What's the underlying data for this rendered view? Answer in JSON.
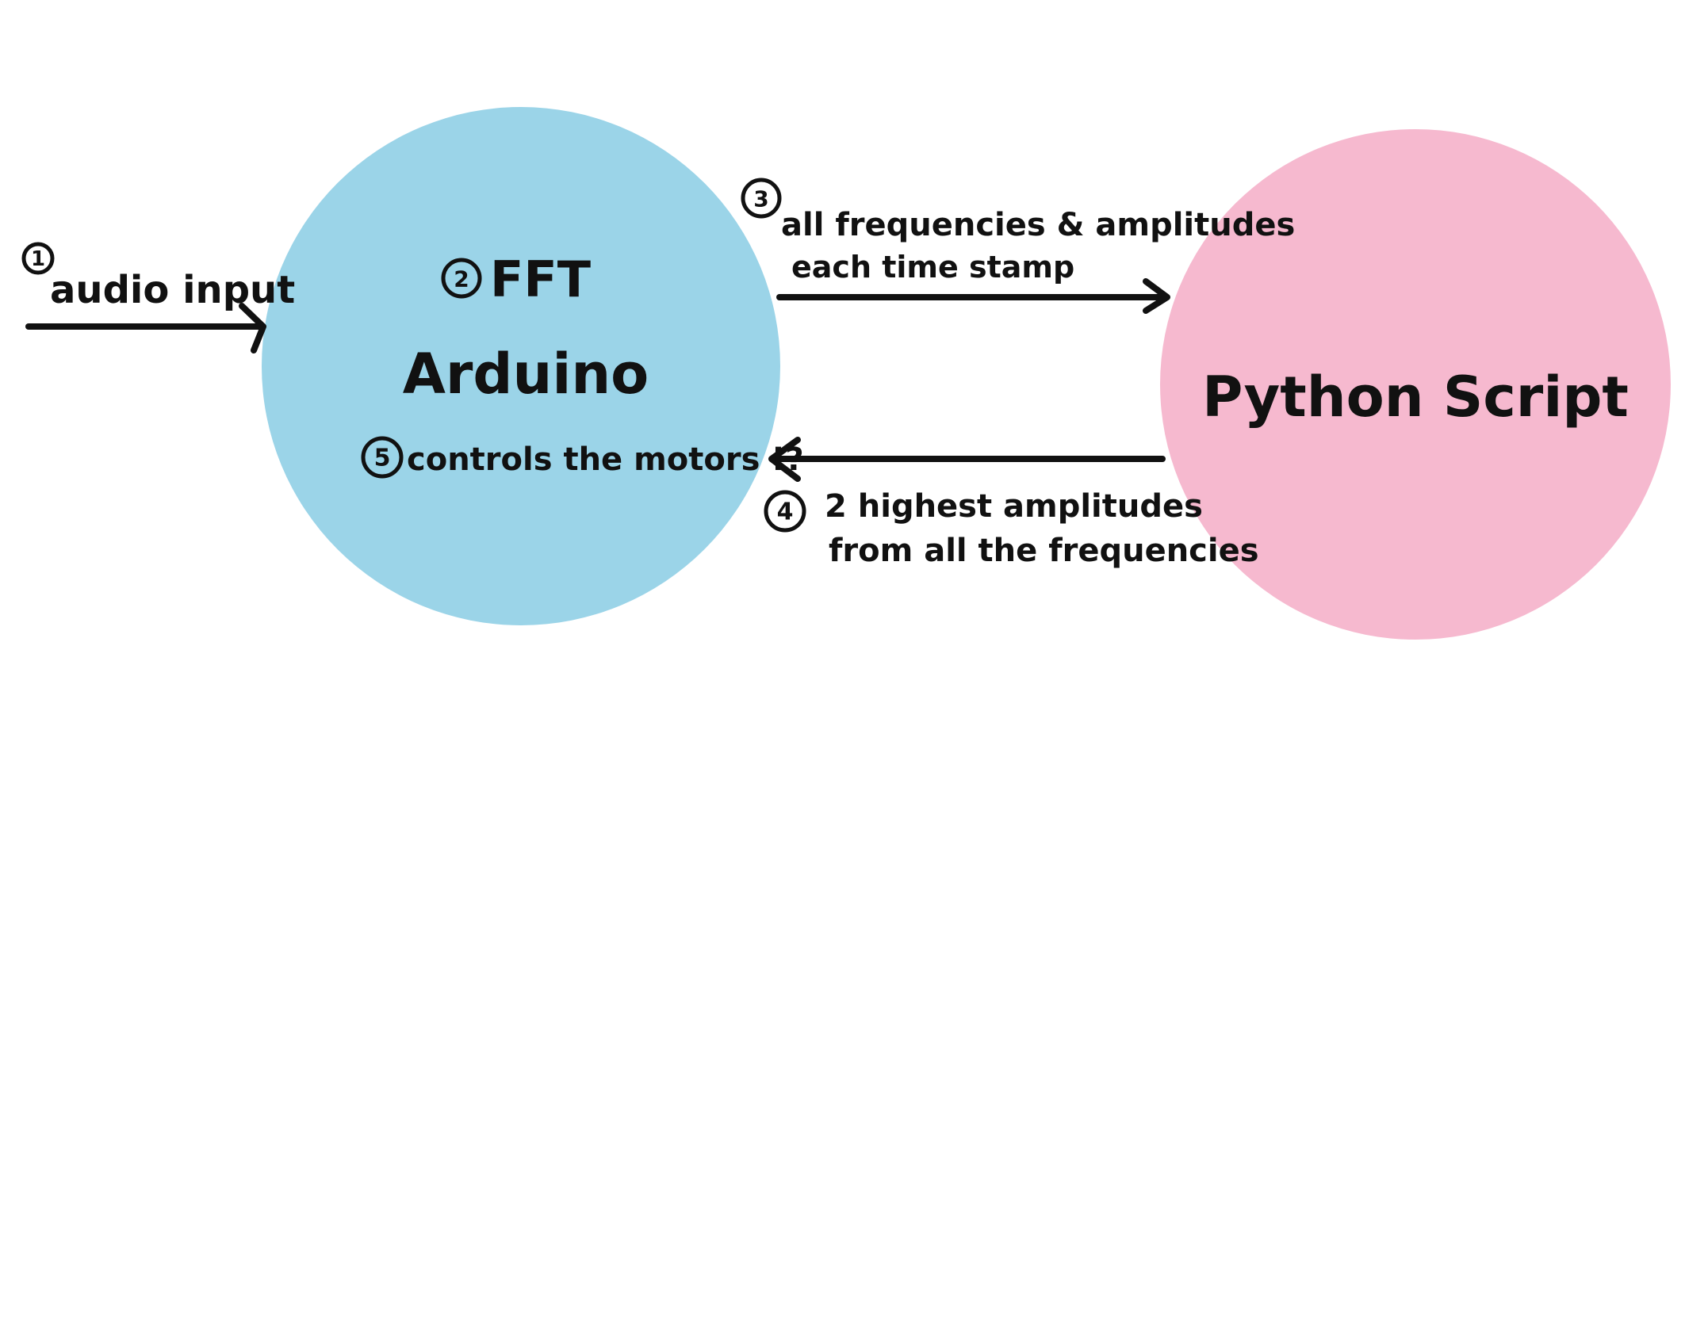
{
  "diagram": {
    "nodes": {
      "arduino": {
        "label": "Arduino",
        "color": "#9bd4e8"
      },
      "python": {
        "label": "Python Script",
        "color": "#f6b9cf"
      }
    },
    "steps": {
      "s1": {
        "number": "1",
        "label": "audio input"
      },
      "s2": {
        "number": "2",
        "label": "FFT"
      },
      "s3": {
        "number": "3",
        "line1": "all frequencies & amplitudes",
        "line2": "each time stamp"
      },
      "s4": {
        "number": "4",
        "line1": "2 highest amplitudes",
        "line2": "from all the frequencies"
      },
      "s5": {
        "number": "5",
        "label": "controls the motors !?"
      }
    },
    "ink_color": "#111111"
  }
}
